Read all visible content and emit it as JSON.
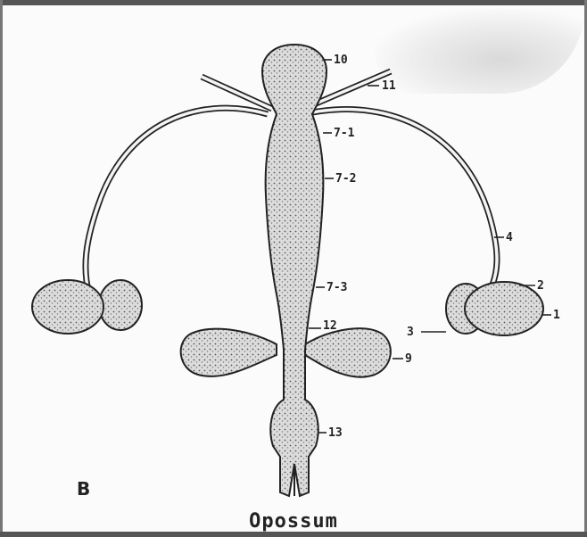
{
  "figure": {
    "panel_letter": "B",
    "caption": "Opossum"
  },
  "labels": {
    "l10": "10",
    "l11": "11",
    "l7_1": "7-1",
    "l7_2": "7-2",
    "l4": "4",
    "l7_3": "7-3",
    "l2": "2",
    "l1": "1",
    "l12": "12",
    "l3": "3",
    "l9": "9",
    "l13": "13"
  },
  "colors": {
    "ink": "#222222",
    "stipple_fill": "#d6d6d6",
    "paper": "#fbfbfb"
  }
}
